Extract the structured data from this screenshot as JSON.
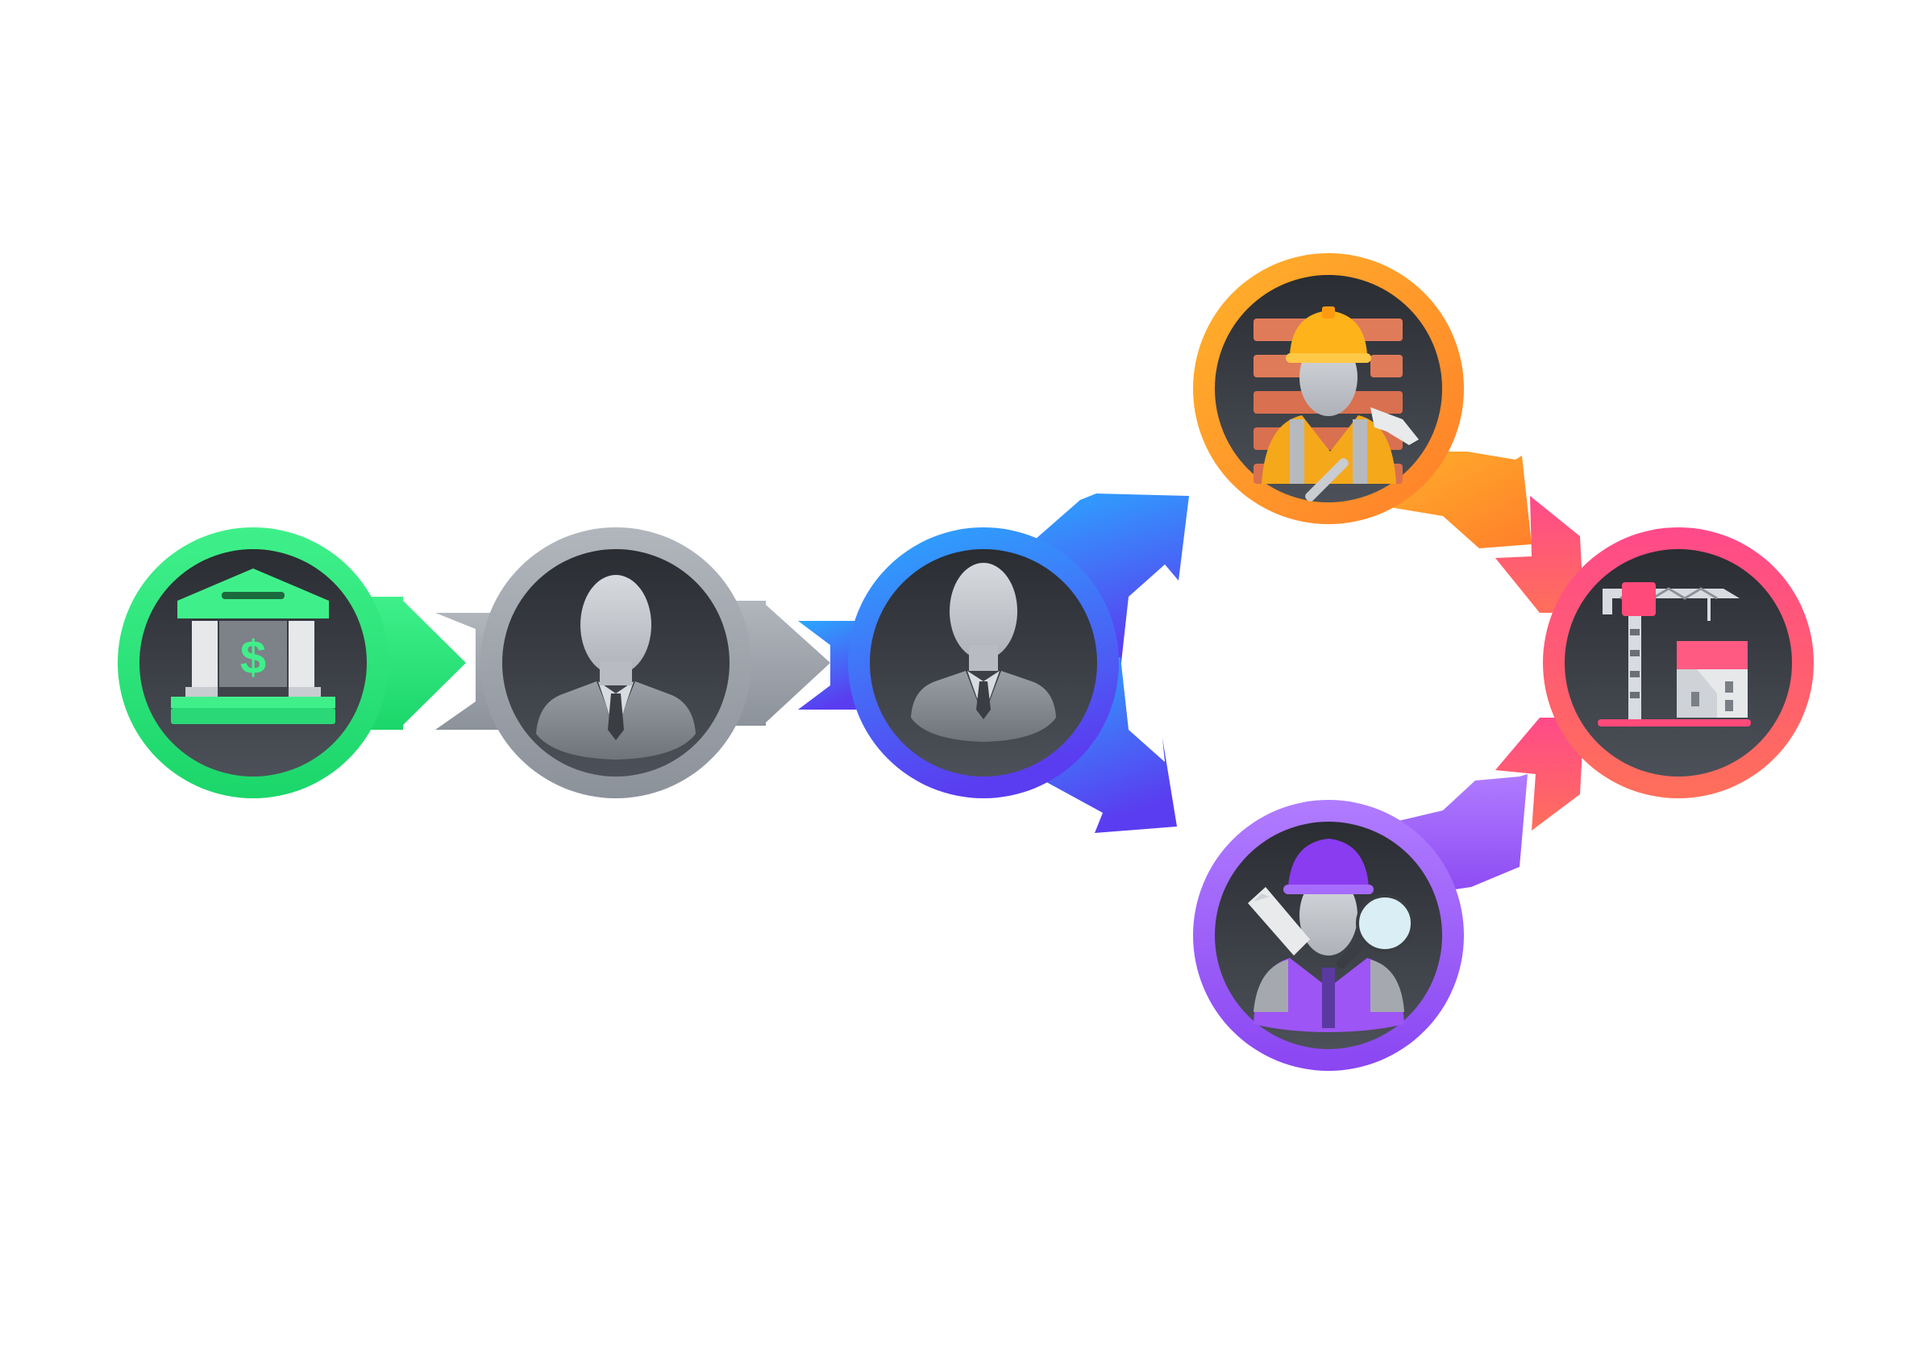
{
  "diagram": {
    "nodes": [
      {
        "id": "bank",
        "icon": "bank-dollar-icon",
        "color": "#2fe07a"
      },
      {
        "id": "person-1",
        "icon": "businessman-icon",
        "color": "#9aa0a8"
      },
      {
        "id": "person-2",
        "icon": "businessman-icon",
        "color": "#3f7df5"
      },
      {
        "id": "builder",
        "icon": "construction-worker-brick-wall-icon",
        "color": "#ff9a22"
      },
      {
        "id": "inspector",
        "icon": "engineer-inspector-icon",
        "color": "#9b5cf6"
      },
      {
        "id": "construction-site",
        "icon": "crane-building-icon",
        "color": "#ff5277"
      }
    ],
    "edges": [
      {
        "from": "bank",
        "to": "person-1"
      },
      {
        "from": "person-1",
        "to": "person-2"
      },
      {
        "from": "person-2",
        "to": "builder"
      },
      {
        "from": "person-2",
        "to": "inspector"
      },
      {
        "from": "builder",
        "to": "construction-site"
      },
      {
        "from": "inspector",
        "to": "construction-site"
      }
    ]
  }
}
